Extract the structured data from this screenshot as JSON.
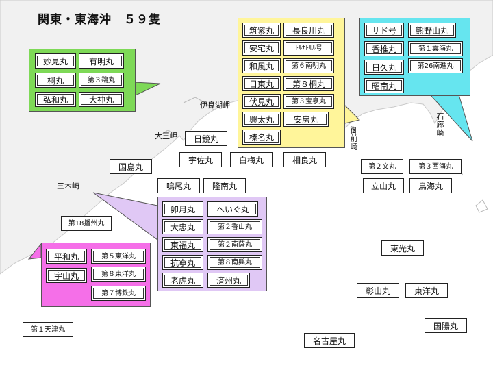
{
  "title": "関東・東海沖　５９隻",
  "places": {
    "irago": "伊良湖岬",
    "daiozaki": "大王岬",
    "mikizaki": "三木崎",
    "omaezaki": "御前崎",
    "sekirozaki": "石廊崎"
  },
  "groups": {
    "green": {
      "color": "#7ed957",
      "ships": [
        "妙見丸",
        "有明丸",
        "桐丸",
        "第３鵜丸",
        "弘和丸",
        "大神丸"
      ]
    },
    "yellow": {
      "color": "#fff59a",
      "ships": [
        "筑紫丸",
        "長良川丸",
        "安宅丸",
        "ﾄﾙﾅﾄﾙﾙ号",
        "和風丸",
        "第６南明丸",
        "日東丸",
        "第８桐丸",
        "伏見丸",
        "第３宝泉丸",
        "興太丸",
        "安房丸",
        "榛名丸"
      ]
    },
    "cyan": {
      "color": "#66e5ef",
      "ships": [
        "サド号",
        "熊野山丸",
        "香椎丸",
        "第１雲海丸",
        "日久丸",
        "第26南進丸",
        "昭南丸"
      ]
    },
    "purple": {
      "color": "#e0c8f5",
      "ships": [
        "卯月丸",
        "へいぐ丸",
        "大忠丸",
        "第２香山丸",
        "東福丸",
        "第２南薩丸",
        "抗寧丸",
        "第８南興丸",
        "老虎丸",
        "済州丸"
      ]
    },
    "pink": {
      "color": "#f56fe8",
      "ships": [
        "平和丸",
        "第５東洋丸",
        "宇山丸",
        "第８東洋丸",
        "第７博鉄丸"
      ]
    }
  },
  "loose_ships": [
    "日鏡丸",
    "宇佐丸",
    "白梅丸",
    "相良丸",
    "国島丸",
    "鳴尾丸",
    "隆南丸",
    "第２文丸",
    "第３西海丸",
    "立山丸",
    "鳥海丸",
    "第18播州丸",
    "東光丸",
    "彰山丸",
    "東洋丸",
    "国陽丸",
    "第１天津丸",
    "名古屋丸"
  ]
}
